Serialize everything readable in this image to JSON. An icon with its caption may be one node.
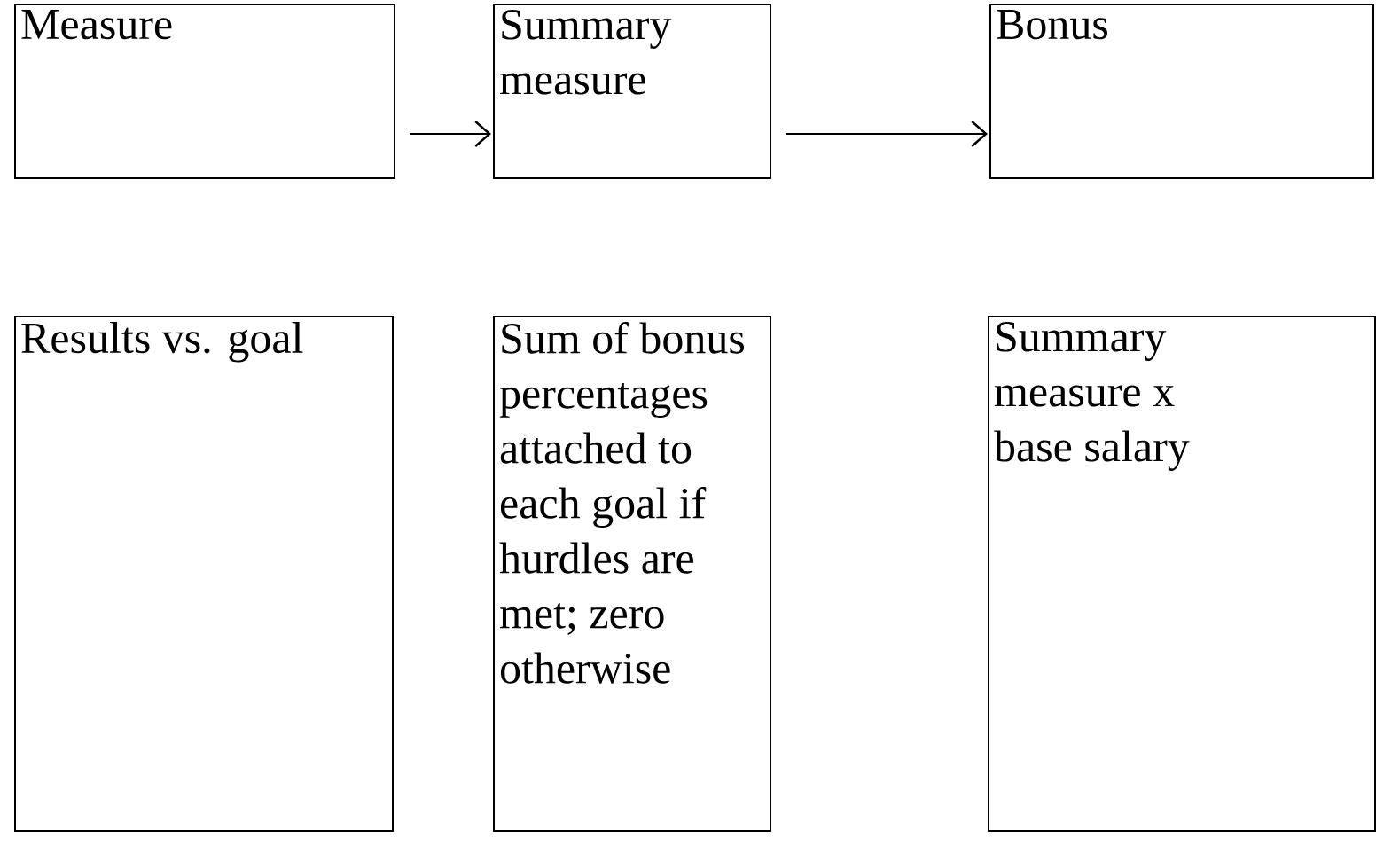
{
  "diagram": {
    "nodes": [
      {
        "text": [
          "Measure"
        ]
      },
      {
        "text": [
          "Summary measure"
        ]
      },
      {
        "text": [
          "Bonus"
        ]
      },
      {
        "text": [
          "Results vs. goal"
        ]
      },
      {
        "text": [
          "Sum of bonus percentages attached to each goal if hurdles are met; zero otherwise"
        ]
      },
      {
        "text": [
          "Summary measure x base salary"
        ]
      }
    ],
    "edges": [
      {
        "from": 0,
        "to": 1,
        "arrow": "to"
      },
      {
        "from": 1,
        "to": 2,
        "arrow": "to"
      }
    ]
  }
}
